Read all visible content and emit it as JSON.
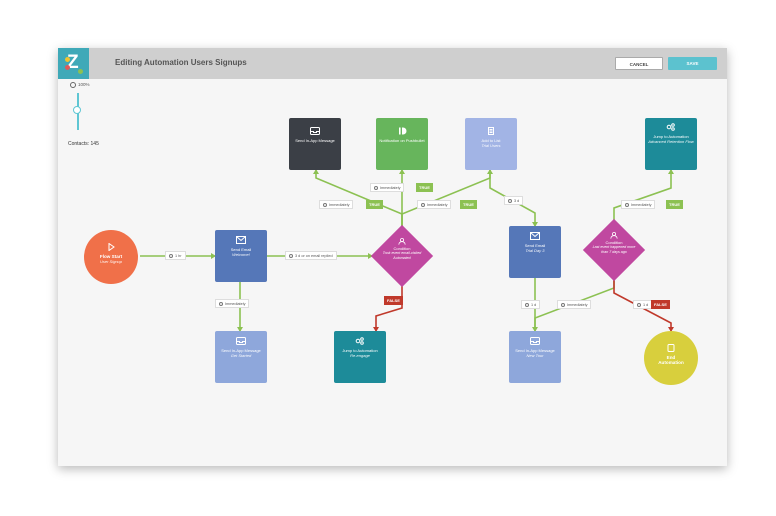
{
  "header": {
    "title": "Editing Automation Users Signups",
    "cancel_label": "CANCEL",
    "save_label": "SAVE"
  },
  "zoom": {
    "label": "100%",
    "level_percent": 100
  },
  "contacts": "Contacts: 145",
  "colors": {
    "accent": "#5cc2cf",
    "start": "#f07049",
    "email": "#5577b8",
    "in_app": "#8ea7db",
    "dark": "#3b3f46",
    "notification": "#67b55c",
    "list": "#a2b4e5",
    "jump": "#1d8b99",
    "condition": "#c048a0",
    "end": "#d8cf3d",
    "true": "#8cc152",
    "false": "#c0392b",
    "wire_green": "#8cc152",
    "wire_red": "#c0392b"
  },
  "nodes": {
    "flow_start": {
      "title": "Flow Start",
      "sub": "User Signup",
      "icon": "play-icon"
    },
    "send_email_1": {
      "title": "Send Email",
      "sub": "Welcome!",
      "icon": "mail-icon"
    },
    "in_app_1": {
      "title": "Send In-App Message",
      "sub": "Get Started",
      "icon": "inbox-icon"
    },
    "in_app_dark": {
      "title": "Send In-App Message",
      "sub": "",
      "icon": "inbox-icon"
    },
    "notify": {
      "title": "Notification on Pushbullet",
      "sub": "",
      "icon": "pushbullet-icon"
    },
    "list": {
      "title": "Add to List",
      "sub": "Trial Users",
      "icon": "list-icon"
    },
    "condition_1": {
      "title": "Condition",
      "sub": "Took event email-visited Automated",
      "icon": "user-icon"
    },
    "jump_1": {
      "title": "Jump to Automation",
      "sub": "Re-engage",
      "icon": "jump-icon"
    },
    "send_email_2": {
      "title": "Send Email",
      "sub": "Trial Day 3",
      "icon": "mail-icon"
    },
    "in_app_2": {
      "title": "Send In-App Message",
      "sub": "New Tour",
      "icon": "inbox-icon"
    },
    "condition_2": {
      "title": "Condition",
      "sub": "Last event happened more than 7 days ago",
      "icon": "user-icon"
    },
    "jump_2": {
      "title": "Jump to Automation",
      "sub": "Advanced Retention Flow",
      "icon": "jump-icon"
    },
    "end": {
      "title": "End Automation",
      "sub": "",
      "icon": "stop-icon"
    }
  },
  "edges": {
    "e1": "1 hr",
    "e2": "Immediately",
    "e3": "3 d or on email replied",
    "e4": "Immediately",
    "e5": "Immediately",
    "e6": "Immediately",
    "e7": "3 d",
    "e8": "1 d",
    "e9": "Immediately",
    "e10": "Immediately",
    "e11": "1 d"
  },
  "tags": {
    "t1": "TRUE",
    "t2": "TRUE",
    "t3": "TRUE",
    "t4": "FALSE",
    "t5": "TRUE",
    "t6": "FALSE"
  }
}
